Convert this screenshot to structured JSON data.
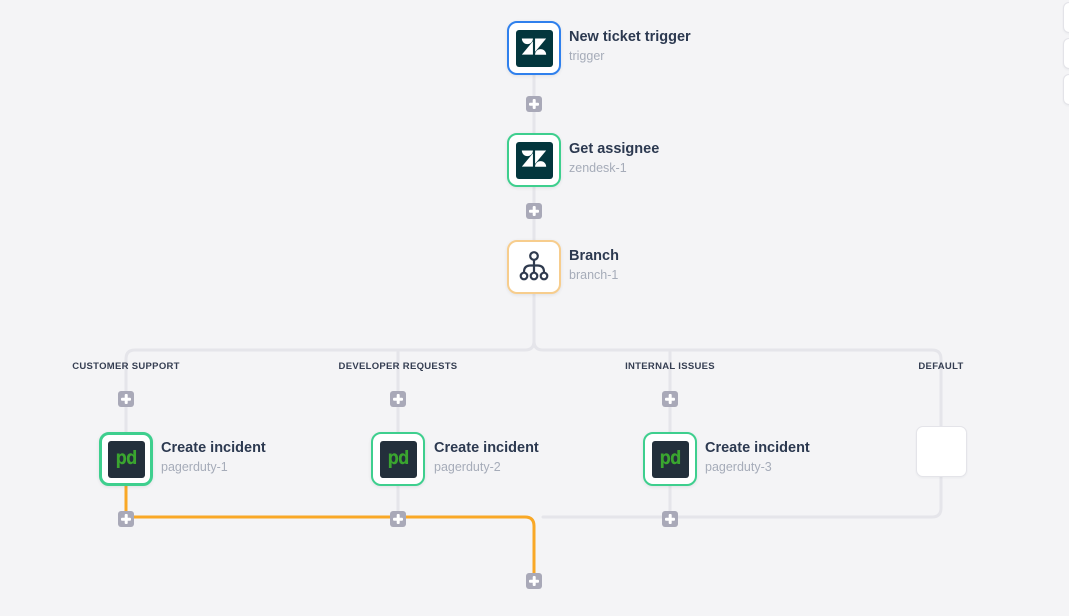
{
  "app": {
    "view": "workflow-canvas",
    "background": "#F4F4F6"
  },
  "colors": {
    "line_gray": "#E5E5EA",
    "line_orange": "#F9A826",
    "plus_gray": "#A9A9B8",
    "selected_blue": "#2F80ED",
    "selected_green": "#3ECF8E",
    "selected_amber": "#F7CD8D",
    "zendesk_bg": "#03363D",
    "pagerduty_bg": "#232F3B",
    "pagerduty_green": "#3AA52F",
    "title_text": "#2C3950",
    "subtitle_text": "#A6ACB9"
  },
  "main_flow": [
    {
      "title": "New ticket trigger",
      "subtitle": "trigger",
      "icon": "zendesk-icon"
    },
    {
      "title": "Get assignee",
      "subtitle": "zendesk-1",
      "icon": "zendesk-icon"
    },
    {
      "title": "Branch",
      "subtitle": "branch-1",
      "icon": "branch-icon"
    }
  ],
  "branches": [
    {
      "label": "CUSTOMER SUPPORT",
      "node": {
        "title": "Create incident",
        "subtitle": "pagerduty-1",
        "icon": "pagerduty-icon"
      }
    },
    {
      "label": "DEVELOPER REQUESTS",
      "node": {
        "title": "Create incident",
        "subtitle": "pagerduty-2",
        "icon": "pagerduty-icon"
      }
    },
    {
      "label": "INTERNAL ISSUES",
      "node": {
        "title": "Create incident",
        "subtitle": "pagerduty-3",
        "icon": "pagerduty-icon"
      }
    },
    {
      "label": "DEFAULT",
      "node": null
    }
  ],
  "icons": {
    "pagerduty_label": "pd"
  },
  "add_step": {
    "tooltip": "+"
  }
}
